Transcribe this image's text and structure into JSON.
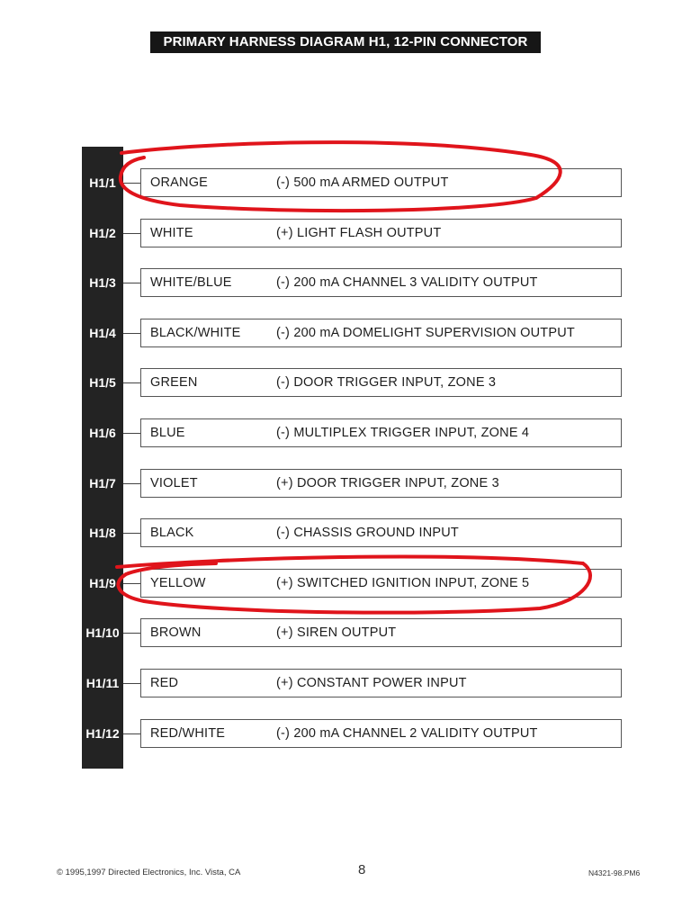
{
  "title": "PRIMARY HARNESS DIAGRAM H1, 12-PIN CONNECTOR",
  "pins": [
    {
      "pin": "H1/1",
      "color": "ORANGE",
      "function": "(-) 500 mA ARMED OUTPUT",
      "circled": true
    },
    {
      "pin": "H1/2",
      "color": "WHITE",
      "function": "(+) LIGHT FLASH OUTPUT",
      "circled": false
    },
    {
      "pin": "H1/3",
      "color": "WHITE/BLUE",
      "function": "(-) 200 mA CHANNEL 3 VALIDITY OUTPUT",
      "circled": false
    },
    {
      "pin": "H1/4",
      "color": "BLACK/WHITE",
      "function": "(-) 200 mA DOMELIGHT SUPERVISION OUTPUT",
      "circled": false
    },
    {
      "pin": "H1/5",
      "color": "GREEN",
      "function": "(-) DOOR TRIGGER INPUT, ZONE 3",
      "circled": false
    },
    {
      "pin": "H1/6",
      "color": "BLUE",
      "function": "(-) MULTIPLEX TRIGGER INPUT, ZONE 4",
      "circled": false
    },
    {
      "pin": "H1/7",
      "color": "VIOLET",
      "function": "(+) DOOR TRIGGER INPUT, ZONE 3",
      "circled": false
    },
    {
      "pin": "H1/8",
      "color": "BLACK",
      "function": "(-) CHASSIS GROUND INPUT",
      "circled": false
    },
    {
      "pin": "H1/9",
      "color": "YELLOW",
      "function": "(+) SWITCHED IGNITION INPUT, ZONE 5",
      "circled": true
    },
    {
      "pin": "H1/10",
      "color": "BROWN",
      "function": "(+) SIREN OUTPUT",
      "circled": false
    },
    {
      "pin": "H1/11",
      "color": "RED",
      "function": "(+) CONSTANT POWER INPUT",
      "circled": false
    },
    {
      "pin": "H1/12",
      "color": "RED/WHITE",
      "function": "(-) 200 mA CHANNEL 2 VALIDITY OUTPUT",
      "circled": false
    }
  ],
  "annotation_color": "#e0141b",
  "footer": {
    "copyright": "© 1995,1997 Directed Electronics, Inc. Vista, CA",
    "page_number": "8",
    "doc_code": "N4321-98.PM6"
  }
}
